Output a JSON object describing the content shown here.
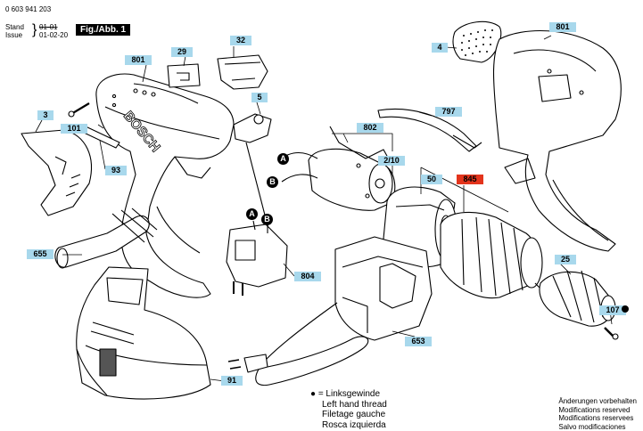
{
  "header": {
    "doc_number": "0 603 941 203",
    "stand_label": "Stand",
    "stand_value": "01-01",
    "issue_label": "Issue",
    "issue_value": "01-02-20",
    "figure_label": "Fig./Abb. 1"
  },
  "brand_text": "BOSCH",
  "part_labels": {
    "p801a": "801",
    "p29": "29",
    "p32": "32",
    "p3": "3",
    "p101": "101",
    "p93": "93",
    "p5": "5",
    "p655": "655",
    "p804": "804",
    "p91": "91",
    "p4": "4",
    "p801b": "801",
    "p797": "797",
    "p802": "802",
    "p2_10": "2/10",
    "p50": "50",
    "p845": "845",
    "p653": "653",
    "p25": "25",
    "p107": "107"
  },
  "connectors": {
    "a1": "A",
    "b1": "B",
    "a2": "A",
    "b2": "B"
  },
  "legend": {
    "symbol": "● = Linksgewinde",
    "line2": "Left hand thread",
    "line3": "Filetage gauche",
    "line4": "Rosca izquierda"
  },
  "notes": {
    "line1": "Änderungen vorbehalten",
    "line2": "Modifications reserved",
    "line3": "Modifications reservees",
    "line4": "Salvo modificaciones"
  },
  "colors": {
    "label_fill": "#a8d8ec",
    "highlight_label_fill": "#e3341c",
    "outline": "#000000"
  }
}
